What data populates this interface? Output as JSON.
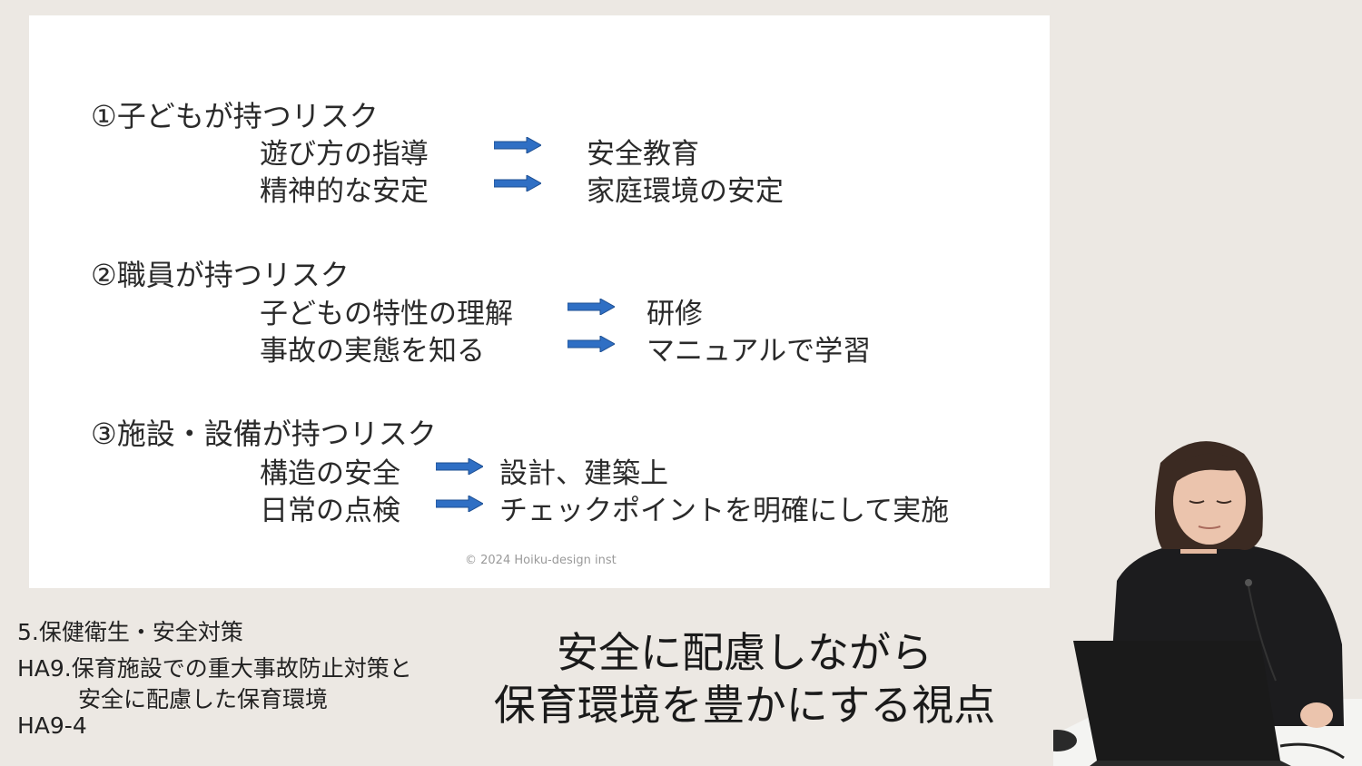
{
  "slide": {
    "section1": {
      "title": "①子どもが持つリスク",
      "rows": [
        {
          "left": "遊び方の指導",
          "right": "安全教育"
        },
        {
          "left": "精神的な安定",
          "right": "家庭環境の安定"
        }
      ]
    },
    "section2": {
      "title": "②職員が持つリスク",
      "rows": [
        {
          "left": "子どもの特性の理解",
          "right": "研修"
        },
        {
          "left": "事故の実態を知る",
          "right": "マニュアルで学習"
        }
      ]
    },
    "section3": {
      "title": "③施設・設備が持つリスク",
      "rows": [
        {
          "left": "構造の安全",
          "right": "設計、建築上"
        },
        {
          "left": "日常の点検",
          "right": "チェックポイントを明確にして実施"
        }
      ]
    },
    "copyright": "© 2024 Hoiku-design inst"
  },
  "lower": {
    "course": "5.保健衛生・安全対策",
    "lesson_line1": "HA9.保育施設での重大事故防止対策と",
    "lesson_line2": "安全に配慮した保育環境",
    "lesson_id": "HA9-4",
    "subtitle_line1": "安全に配慮しながら",
    "subtitle_line2": "保育環境を豊かにする視点"
  },
  "colors": {
    "background": "#ece8e3",
    "slide": "#ffffff",
    "arrow": "#2f6fc4"
  },
  "icons": [
    "arrow-right-icon",
    "presenter-image"
  ]
}
